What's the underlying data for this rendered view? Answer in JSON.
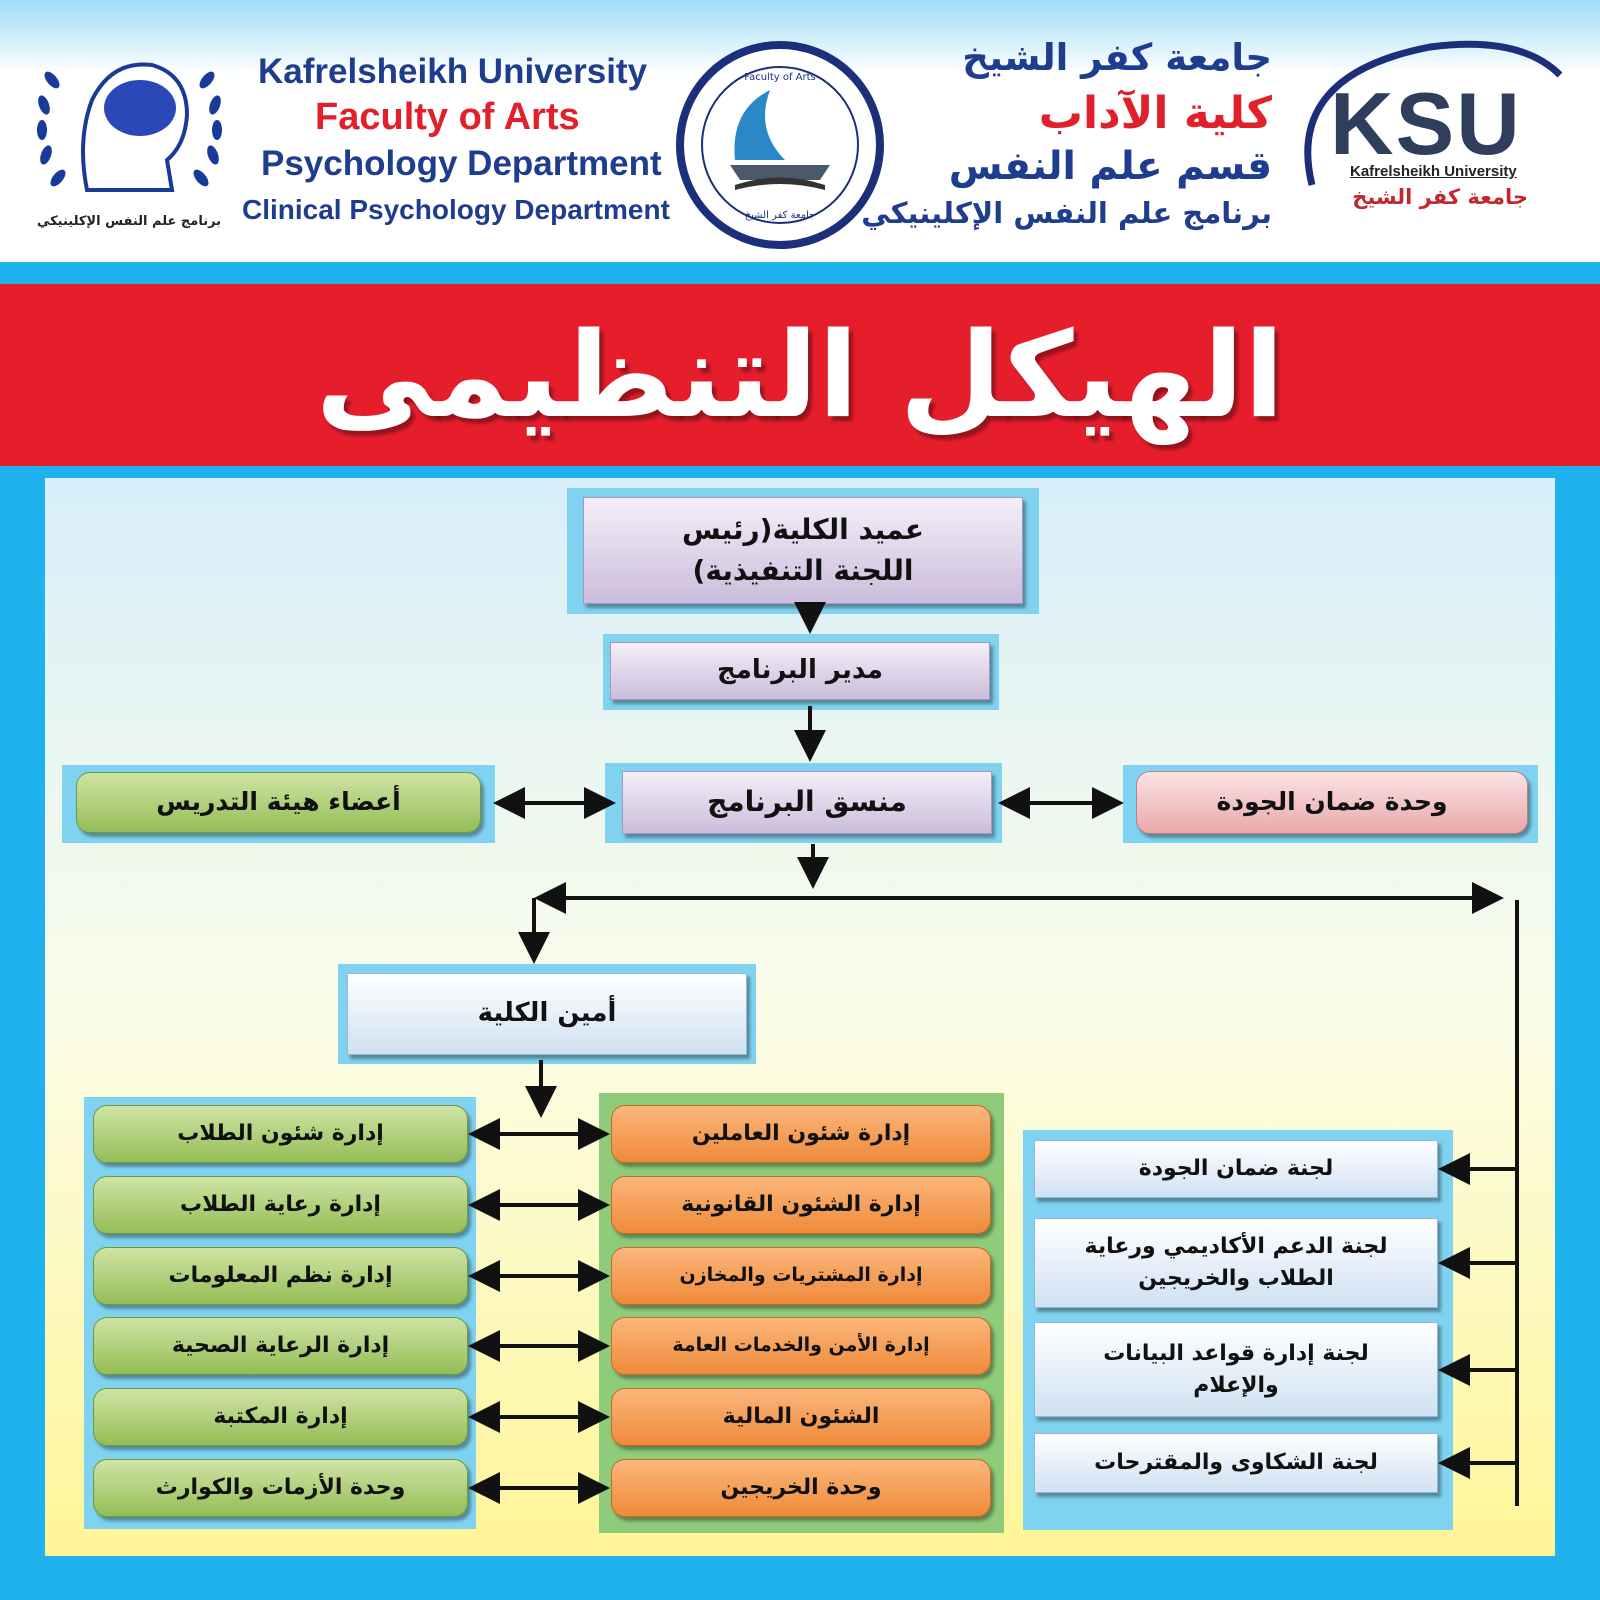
{
  "header": {
    "en_line1": "Kafrelsheikh University",
    "en_line2": "Faculty of Arts",
    "en_line3": "Psychology Department",
    "en_line4": "Clinical Psychology Department",
    "ar_line1": "جامعة كفر الشيخ",
    "ar_line2": "كلية الآداب",
    "ar_line3": "قسم علم النفس",
    "ar_line4": "برنامج علم النفس الإكلينيكي",
    "ksu_logo": "KSU",
    "ksu_sub_en": "Kafrelsheikh University",
    "ksu_sub_ar": "جامعة كفر الشيخ",
    "left_logo_caption": "برنامج علم النفس الإكلينيكي",
    "seal_text_top": "Faculty of Arts",
    "seal_text_bottom": "جامعة كفر الشيخ",
    "icons": [
      "brain-head-icon",
      "laurel-wreath-icon",
      "ship-book-seal-icon",
      "ksu-swoosh-icon"
    ]
  },
  "title": "الهيكل التنظيمى",
  "colors": {
    "title_band": "#e61e2c",
    "background": "#1fb2ef",
    "purple_box": "#cbbddb",
    "green_box": "#95bd56",
    "orange_box": "#ef8a3a",
    "pink_box": "#e9a9aa",
    "blue_box": "#cfe1f2",
    "en_blue": "#1e3d8f",
    "en_red": "#e0202a"
  },
  "chart": {
    "dean": "عميد الكلية(رئيس اللجنة التنفيذية)",
    "director": "مدير البرنامج",
    "coordinator": "منسق البرنامج",
    "faculty_members": "أعضاء هيئة التدريس",
    "quality_unit": "وحدة ضمان الجودة",
    "secretary": "أمين الكلية",
    "green_depts": [
      "إدارة شئون الطلاب",
      "إدارة رعاية الطلاب",
      "إدارة نظم المعلومات",
      "إدارة الرعاية الصحية",
      "إدارة المكتبة",
      "وحدة الأزمات والكوارث"
    ],
    "orange_depts": [
      "إدارة شئون العاملين",
      "إدارة الشئون القانونية",
      "إدارة المشتريات والمخازن",
      "إدارة الأمن والخدمات العامة",
      "الشئون المالية",
      "وحدة الخريجين"
    ],
    "committees": [
      "لجنة ضمان الجودة",
      "لجنة الدعم الأكاديمي ورعاية الطلاب والخريجين",
      "لجنة إدارة قواعد البيانات والإعلام",
      "لجنة الشكاوى والمقترحات"
    ]
  }
}
